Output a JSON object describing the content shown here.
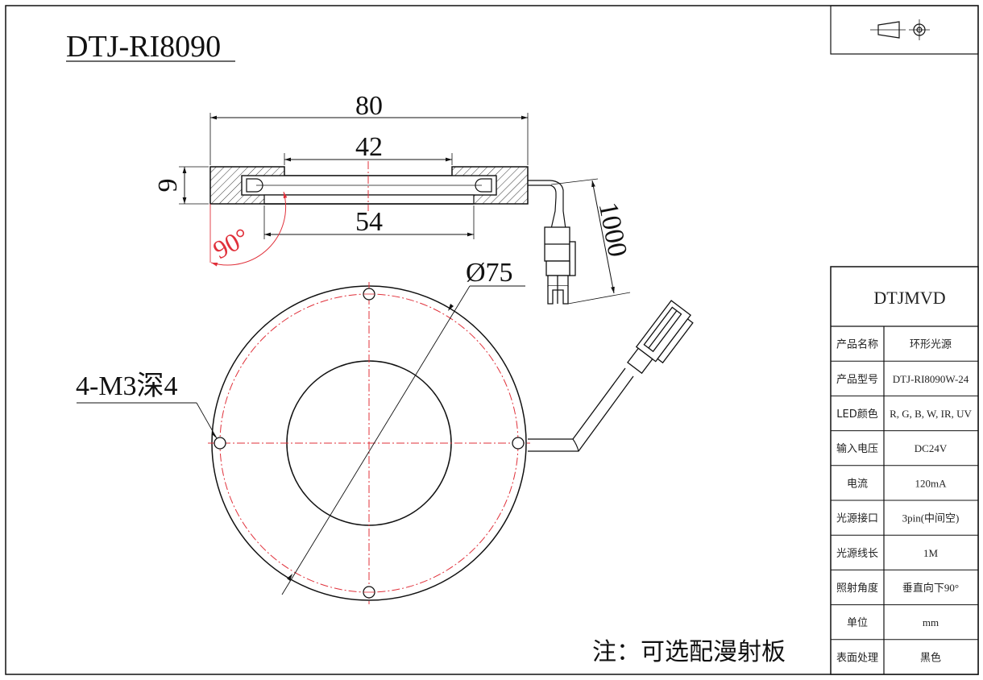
{
  "drawing": {
    "model": "DTJ-RI8090",
    "note": "注：可选配漫射板",
    "side_view": {
      "outer_width": "80",
      "top_opening": "42",
      "bottom_opening": "54",
      "height": "9",
      "angle": "90°",
      "cable_length": "1000"
    },
    "front_view": {
      "diameter": "Ø75",
      "holes": "4-M3深4"
    }
  },
  "title_block": {
    "company": "DTJMVD",
    "rows": [
      {
        "label": "产品名称",
        "value": "环形光源"
      },
      {
        "label": "产品型号",
        "value": "DTJ-RI8090W-24"
      },
      {
        "label": "LED颜色",
        "value": "R, G, B, W, IR, UV"
      },
      {
        "label": "输入电压",
        "value": "DC24V"
      },
      {
        "label": "电流",
        "value": "120mA"
      },
      {
        "label": "光源接口",
        "value": "3pin(中间空)"
      },
      {
        "label": "光源线长",
        "value": "1M"
      },
      {
        "label": "照射角度",
        "value": "垂直向下90°"
      },
      {
        "label": "单位",
        "value": "mm"
      },
      {
        "label": "表面处理",
        "value": "黑色"
      }
    ]
  },
  "colors": {
    "line": "#111111",
    "center_line": "#e0303a",
    "hatch": "#333333"
  }
}
